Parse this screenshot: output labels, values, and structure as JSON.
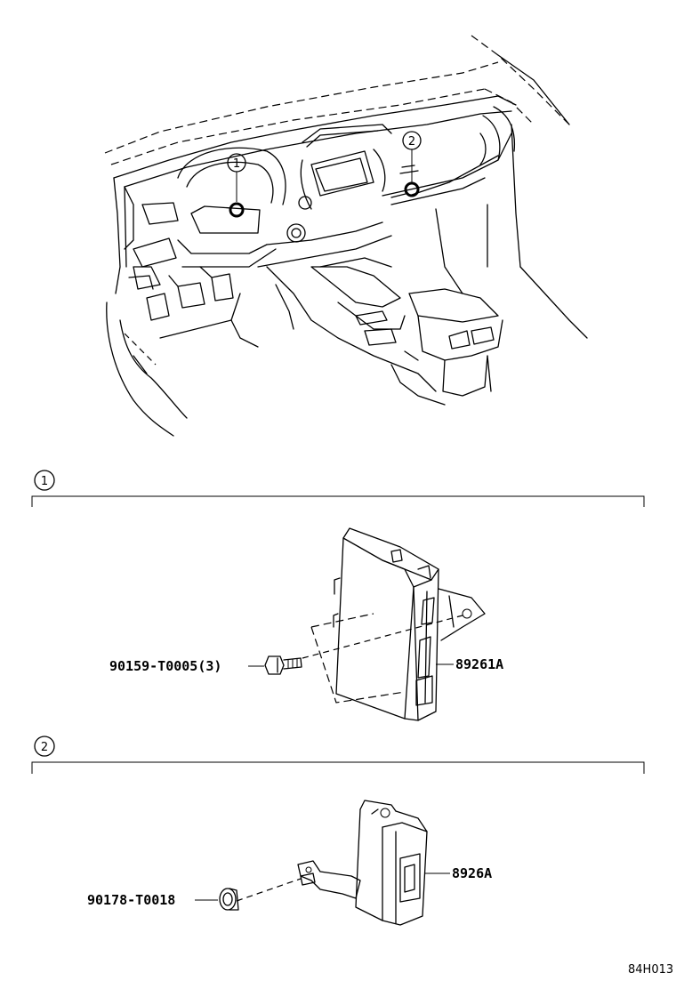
{
  "callouts": [
    "1",
    "2"
  ],
  "sections": [
    {
      "number": "1",
      "parts": [
        {
          "part_no": "90159-T0005(3)",
          "component": "bolt"
        },
        {
          "part_no": "89261A",
          "component": "control-module"
        }
      ]
    },
    {
      "number": "2",
      "parts": [
        {
          "part_no": "90178-T0018",
          "component": "nut"
        },
        {
          "part_no": "8926A",
          "component": "control-module"
        }
      ]
    }
  ],
  "diagram_code": "84H013"
}
